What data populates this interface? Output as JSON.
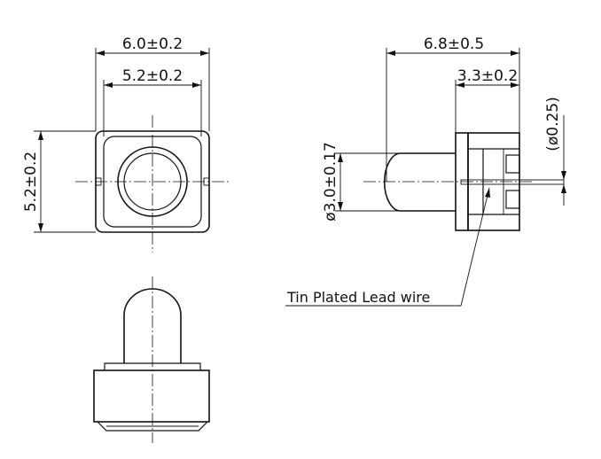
{
  "dimensions": {
    "top_width_outer": "6.0±0.2",
    "top_width_inner": "5.2±0.2",
    "top_height": "5.2±0.2",
    "side_length": "6.8±0.5",
    "side_body_length": "3.3±0.2",
    "lens_diameter": "ø3.0±0.17",
    "lead_diameter": "(ø0.25)"
  },
  "labels": {
    "lead_callout": "Tin Plated Lead wire"
  }
}
